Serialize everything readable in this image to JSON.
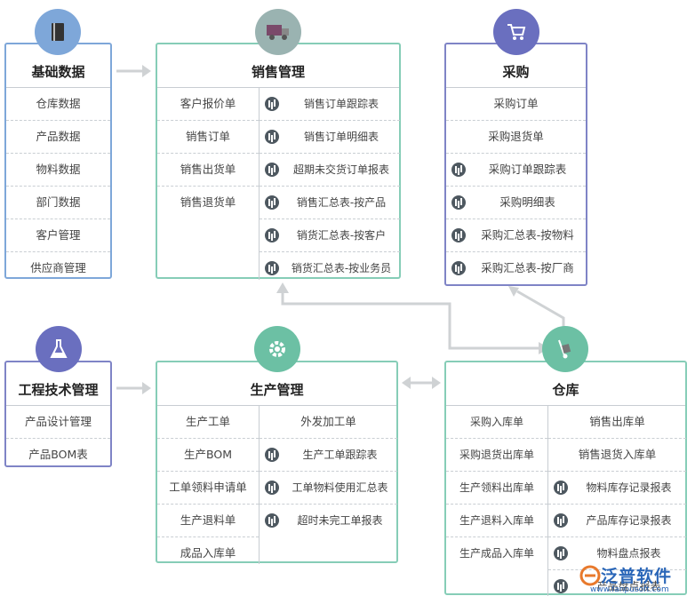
{
  "colors": {
    "blue_border": "#7ea7d9",
    "teal_border": "#86cdb7",
    "purple_border": "#7f84c6",
    "arrow": "#cfd2d4"
  },
  "basic": {
    "title": "基础数据",
    "items": [
      "仓库数据",
      "产品数据",
      "物料数据",
      "部门数据",
      "客户管理",
      "供应商管理"
    ],
    "icon": "book-icon"
  },
  "sales": {
    "title": "销售管理",
    "icon": "truck-icon",
    "left": [
      "客户报价单",
      "销售订单",
      "销售出货单",
      "销售退货单"
    ],
    "right": [
      "销售订单跟踪表",
      "销售订单明细表",
      "超期未交货订单报表",
      "销售汇总表-按产品",
      "销货汇总表-按客户",
      "销货汇总表-按业务员"
    ]
  },
  "purchase": {
    "title": "采购",
    "icon": "cart-icon",
    "plain": [
      "采购订单",
      "采购退货单"
    ],
    "reports": [
      "采购订单跟踪表",
      "采购明细表",
      "采购汇总表-按物料",
      "采购汇总表-按厂商"
    ]
  },
  "eng": {
    "title": "工程技术管理",
    "icon": "flask-icon",
    "items": [
      "产品设计管理",
      "产品BOM表"
    ]
  },
  "production": {
    "title": "生产管理",
    "icon": "gear-icon",
    "left": [
      "生产工单",
      "生产BOM",
      "工单领料申请单",
      "生产退料单",
      "成品入库单"
    ],
    "right_plain": "外发加工单",
    "right_reports": [
      "生产工单跟踪表",
      "工单物料使用汇总表",
      "超时未完工单报表"
    ]
  },
  "warehouse": {
    "title": "仓库",
    "icon": "hand-truck-icon",
    "left": [
      "采购入库单",
      "采购退货出库单",
      "生产领料出库单",
      "生产退料入库单",
      "生产成品入库单"
    ],
    "right_plain": [
      "销售出库单",
      "销售退货入库单"
    ],
    "right_reports": [
      "物料库存记录报表",
      "产品库存记录报表",
      "物料盘点报表",
      "产品盘点报表"
    ]
  },
  "watermark": {
    "brand": "泛普软件",
    "url": "www.fanpusoft.com"
  }
}
